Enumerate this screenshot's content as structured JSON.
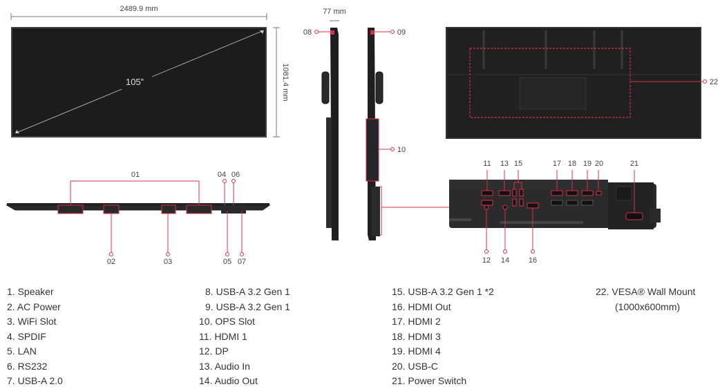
{
  "dimensions": {
    "width": "2489.9 mm",
    "height": "1081.4 mm",
    "depth": "77 mm",
    "screen_size": "105”"
  },
  "callouts": {
    "c01": "01",
    "c02": "02",
    "c03": "03",
    "c04": "04",
    "c05": "05",
    "c06": "06",
    "c07": "07",
    "c08": "08",
    "c09": "09",
    "c10": "10",
    "c11": "11",
    "c12": "12",
    "c13": "13",
    "c14": "14",
    "c15": "15",
    "c16": "16",
    "c17": "17",
    "c18": "18",
    "c19": "19",
    "c20": "20",
    "c21": "21",
    "c22": "22"
  },
  "legend": [
    [
      "1. Speaker",
      "2. AC Power",
      "3. WiFi Slot",
      "4. SPDIF",
      "5. LAN",
      "6. RS232",
      "7. USB-A 2.0"
    ],
    [
      "8. USB-A 3.2 Gen 1",
      "9. USB-A 3.2 Gen 1",
      "10. OPS Slot",
      "11. HDMI 1",
      "12. DP",
      "13. Audio In",
      "14. Audio Out"
    ],
    [
      "15. USB-A 3.2 Gen 1 *2",
      "16. HDMI Out",
      "17. HDMI 2",
      "18. HDMI 3",
      "19. HDMI 4",
      "20. USB-C",
      "21. Power Switch"
    ],
    [
      "22. VESA® Wall Mount",
      "(1000x600mm)"
    ]
  ],
  "colors": {
    "accent": "#d9304a",
    "device": "#1f1f1f",
    "device_light": "#3a3a3a"
  }
}
